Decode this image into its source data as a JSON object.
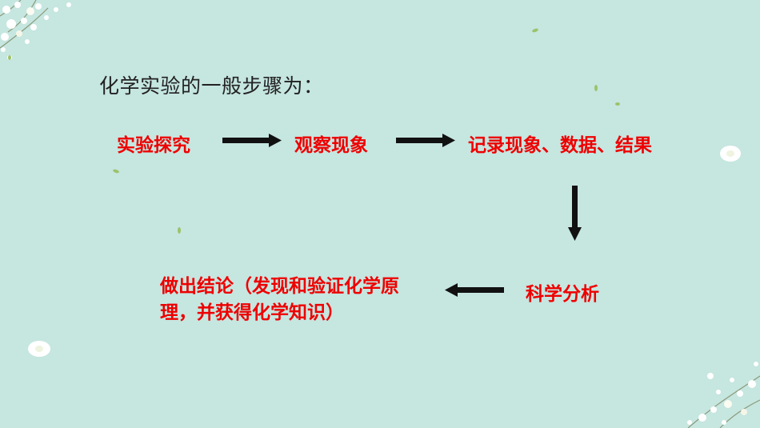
{
  "slide": {
    "heading": "化学实验的一般步骤为：",
    "steps": {
      "explore": "实验探究",
      "observe": "观察现象",
      "record": "记录现象、数据、结果",
      "analyze": "科学分析",
      "conclude": "做出结论（发现和验证化学原理，并获得化学知识）"
    },
    "colors": {
      "background": "#c6e6e0",
      "step_text": "#ee0000",
      "heading_text": "#222222",
      "arrow": "#111111"
    },
    "decoration": [
      "flower-branch-top-left",
      "flower-branch-bottom-right",
      "white-petal",
      "green-leaf"
    ]
  }
}
